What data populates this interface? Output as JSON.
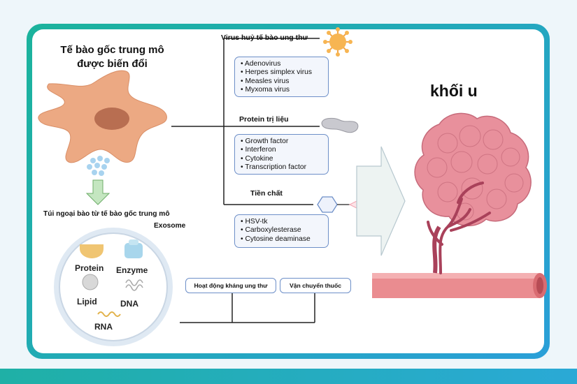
{
  "title_cell": "Tế bào gốc trung mô được biến đổi",
  "exosome_source_label": "Túi ngoại bào từ tế bào gốc trung mô",
  "exosome_label": "Exosome",
  "exosome_contents": [
    "Protein",
    "Enzyme",
    "Lipid",
    "DNA",
    "RNA"
  ],
  "virus_heading": "Virus huỷ tế bào ung thư",
  "virus_items": [
    "Adenovirus",
    "Herpes simplex virus",
    "Measles virus",
    "Myxoma virus"
  ],
  "protein_heading": "Protein trị liệu",
  "protein_items": [
    "Growth factor",
    "Interferon",
    "Cytokine",
    "Transcription factor"
  ],
  "prodrug_heading": "Tiền chất",
  "prodrug_items": [
    "HSV-tk",
    "Carboxylesterase",
    "Cytosine deaminase"
  ],
  "action_labels": [
    "Hoạt động kháng ung thư",
    "Vận chuyển thuốc"
  ],
  "tumor_label": "khối u",
  "icons": [
    "stem-cell-icon",
    "vesicle-cluster-icon",
    "down-arrow-icon",
    "virus-icon",
    "protein-icon",
    "prodrug-hexagon-icon",
    "drug-triangle-icon",
    "large-right-arrow-icon",
    "tumor-icon",
    "blood-vessel-icon"
  ],
  "colors": {
    "frame_start": "#1bb39c",
    "frame_end": "#2a9fd8",
    "box_border": "#6d8fc8",
    "cell": "#e9a882",
    "tumor": "#e07f8e",
    "vessel": "#e8858a"
  }
}
